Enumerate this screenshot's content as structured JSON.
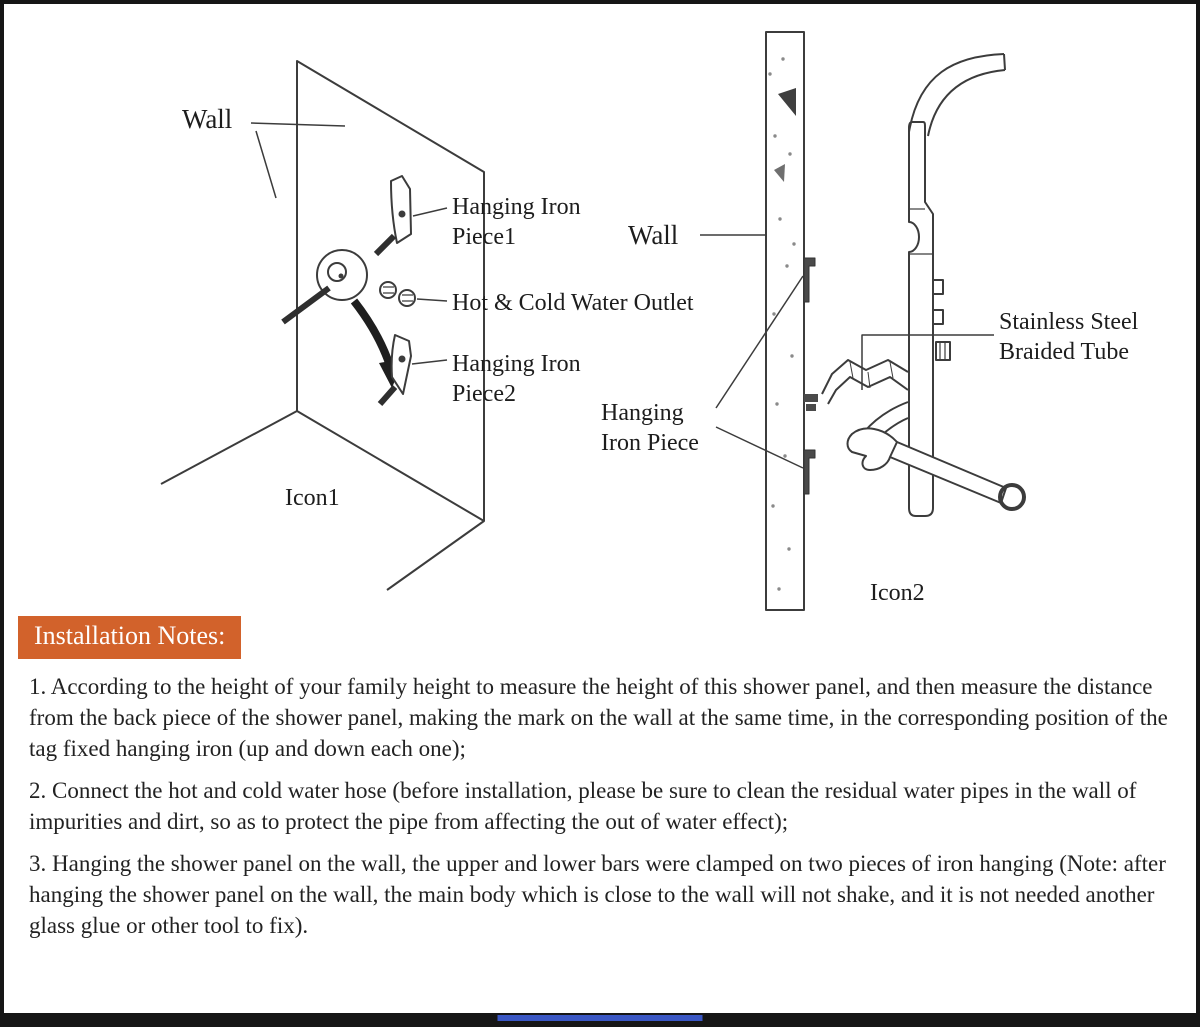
{
  "icon1": {
    "wall_label": "Wall",
    "hanging_iron_piece1_label": "Hanging Iron\nPiece1",
    "hot_cold_outlet_label": "Hot & Cold Water Outlet",
    "hanging_iron_piece2_label": "Hanging Iron\nPiece2",
    "caption": "Icon1"
  },
  "icon2": {
    "wall_label": "Wall",
    "stainless_steel_label": "Stainless Steel\nBraided Tube",
    "hanging_iron_label": "Hanging\nIron Piece",
    "caption": "Icon2"
  },
  "notes": {
    "heading": "Installation Notes:",
    "items": [
      "1. According to the height of your family height to measure the height of this shower panel, and then measure the distance from the back piece of the shower panel, making the mark on the wall at the same time, in the corresponding position of the tag fixed hanging iron (up and down each one);",
      "2. Connect the hot and cold water hose (before installation, please be sure to clean the residual water pipes in the wall of impurities and dirt, so as to protect the pipe from affecting the out of water effect);",
      "3. Hanging the shower panel on the wall, the upper and lower bars were clamped on two pieces of iron hanging (Note: after hanging the shower panel on the wall, the main body which is close to the wall will not shake, and it is not needed another glass glue or other tool to fix)."
    ]
  },
  "colors": {
    "notes_heading_bg": "#D2622B",
    "notes_heading_text": "#FFFFFF",
    "body_text": "#222222",
    "line_art": "#3C3C3C",
    "border": "#161616",
    "bottom_accent_bar": "#3A57C4"
  }
}
